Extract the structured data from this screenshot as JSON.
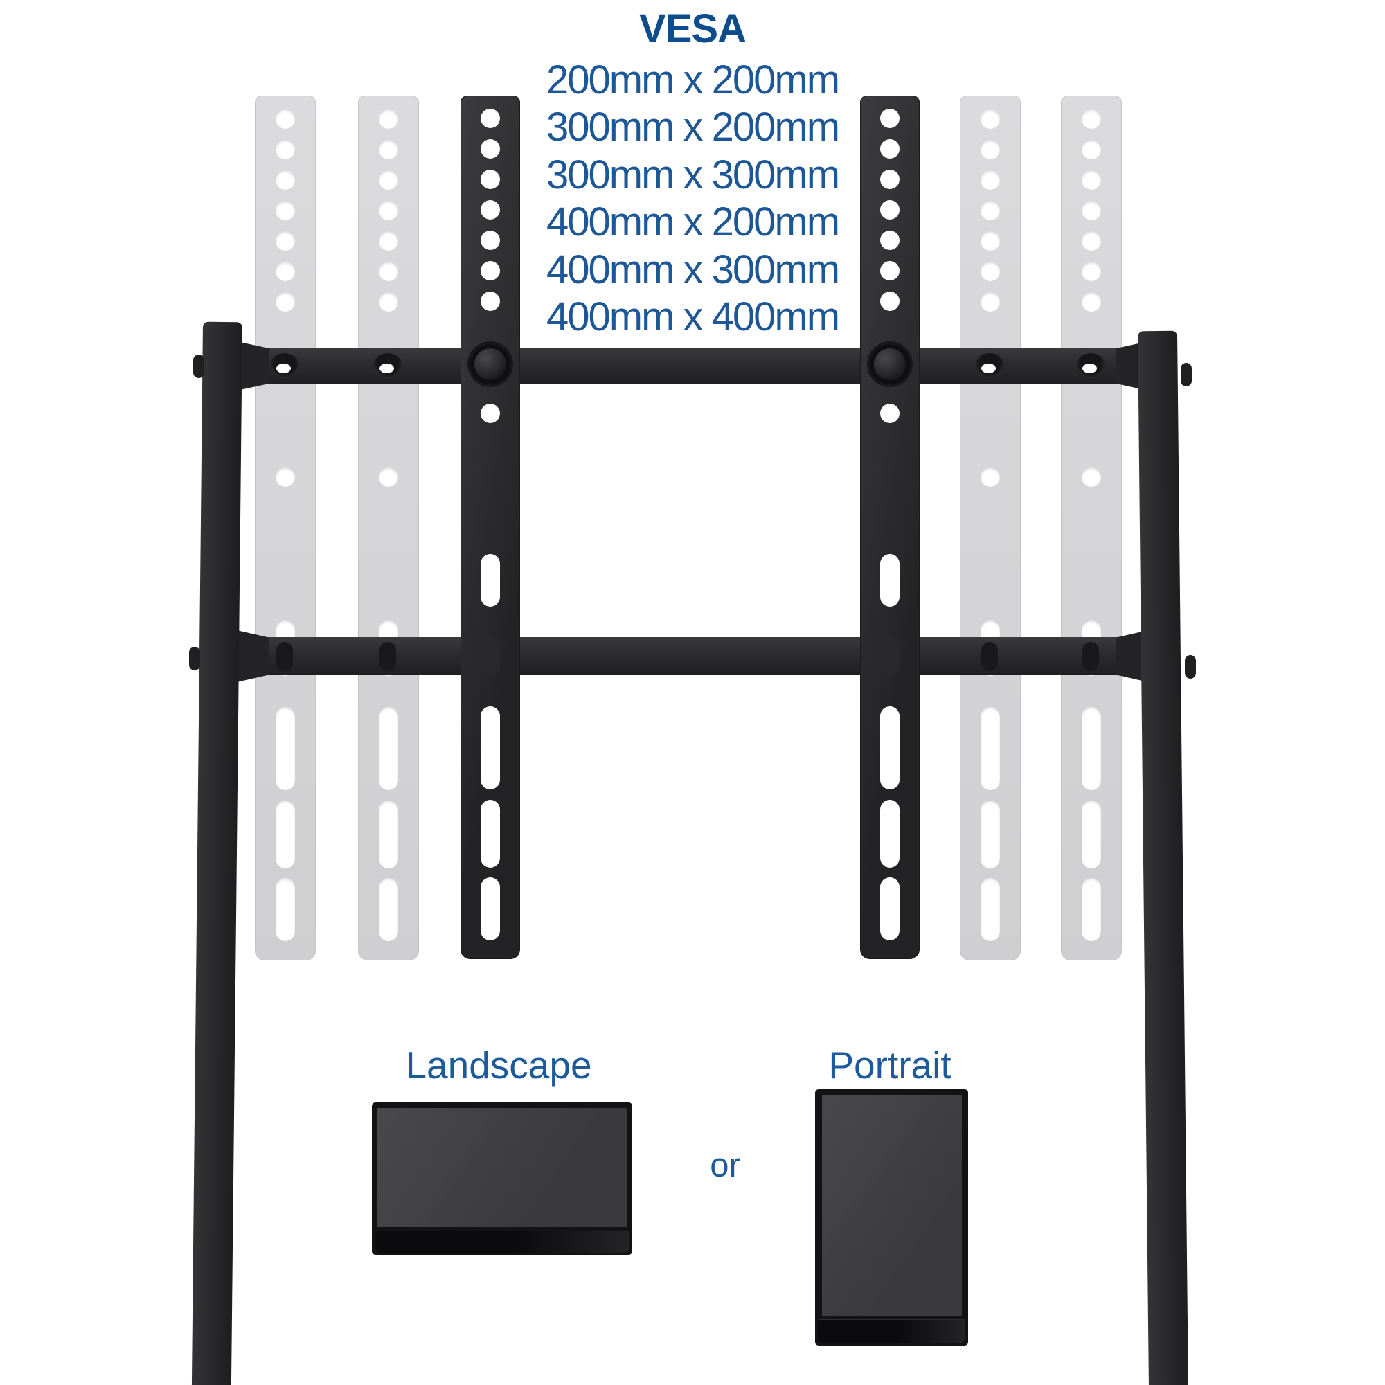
{
  "image_title": "TV stand VESA bracket compatibility diagram",
  "vesa": {
    "title": "VESA",
    "sizes": [
      "200mm x 200mm",
      "300mm x 200mm",
      "300mm x 300mm",
      "400mm x 200mm",
      "400mm x 300mm",
      "400mm x 400mm"
    ]
  },
  "orientation": {
    "landscape_label": "Landscape",
    "or_label": "or",
    "portrait_label": "Portrait"
  },
  "colors": {
    "title_blue": "#0f4c8c",
    "text_blue": "#1d5796",
    "label_blue": "#1c5a9a",
    "metal_dark": "#28282a",
    "ghost_bracket_gray": "#d6d6d8",
    "tv_screen_gray": "#3e3e40",
    "tv_bezel_black": "#131315",
    "background": "#ffffff"
  }
}
